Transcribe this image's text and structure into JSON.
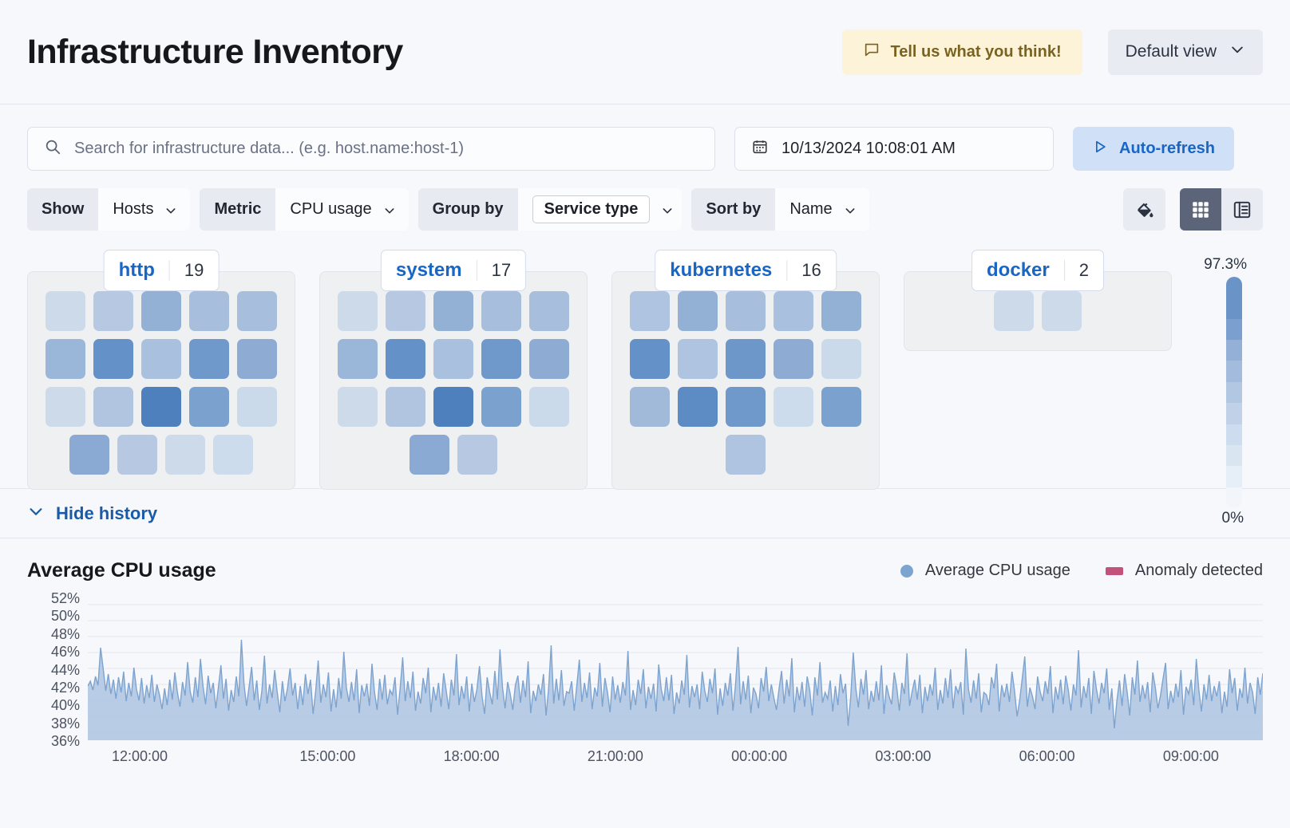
{
  "header": {
    "title": "Infrastructure Inventory",
    "feedback_label": "Tell us what you think!",
    "feedback_icon": "comment-icon",
    "view_label": "Default view",
    "view_chevron_icon": "chevron-down-icon",
    "feedback_bg": "#fdf3d8",
    "feedback_fg": "#7a6220"
  },
  "search": {
    "placeholder": "Search for infrastructure data... (e.g. host.name:host-1)",
    "value": "",
    "icon": "search-icon"
  },
  "datepicker": {
    "value": "10/13/2024 10:08:01 AM",
    "icon": "calendar-icon"
  },
  "autorefresh": {
    "label": "Auto-refresh",
    "icon": "play-icon",
    "color": "#1a66c4",
    "bg": "#cfe0f7"
  },
  "filters": [
    {
      "label": "Show",
      "value": "Hosts",
      "boxed": false
    },
    {
      "label": "Metric",
      "value": "CPU usage",
      "boxed": false
    },
    {
      "label": "Group by",
      "value": "Service type",
      "boxed": true
    },
    {
      "label": "Sort by",
      "value": "Name",
      "boxed": false
    }
  ],
  "toolbar": {
    "palette_icon": "color-fill-icon",
    "grid_view_icon": "grid-view-icon",
    "table_view_icon": "table-view-icon",
    "active_view": "grid"
  },
  "legend_scale": {
    "max_label": "97.3%",
    "min_label": "0%",
    "colors": [
      "#6a93c8",
      "#6a93c8",
      "#7ba0d0",
      "#94b0d6",
      "#a3bcdd",
      "#b2c7e2",
      "#c0d1e8",
      "#cddcee",
      "#dae5f2",
      "#e6eef7",
      "#f2f6fb"
    ]
  },
  "groups": [
    {
      "name": "http",
      "count": "19",
      "columns": 5,
      "cells": [
        "#ccdaea",
        "#b6c8e2",
        "#93b0d5",
        "#a7bedd",
        "#a7bedd",
        "#9ab6d8",
        "#6491c7",
        "#a9c0de",
        "#7099cb",
        "#8dabd3",
        "#ccdaea",
        "#b2c5e0",
        "#4d80bd",
        "#7ba2ce",
        "#cadaea",
        "#8aaad3",
        "#b6c8e2",
        "#ccdaea",
        "#cddcec"
      ]
    },
    {
      "name": "system",
      "count": "17",
      "columns": 5,
      "cells": [
        "#ccdaea",
        "#b6c8e2",
        "#93b0d5",
        "#a7bedd",
        "#a7bedd",
        "#9ab6d8",
        "#6491c7",
        "#a9c0de",
        "#7099cb",
        "#8dabd3",
        "#ccdaea",
        "#b2c5e0",
        "#4d80bd",
        "#7ba2ce",
        "#cadaea",
        "#8aaad3",
        "#b6c8e2"
      ]
    },
    {
      "name": "kubernetes",
      "count": "16",
      "columns": 5,
      "cells": [
        "#aec4e0",
        "#93b0d5",
        "#a7bedd",
        "#a9c0de",
        "#93b0d5",
        "#6491c7",
        "#aec4e0",
        "#6e97c9",
        "#8dabd3",
        "#cadaea",
        "#a2bada",
        "#5d8cc4",
        "#7099cb",
        "#cddcec",
        "#7ba2ce",
        "#aec4e0"
      ]
    },
    {
      "name": "docker",
      "count": "2",
      "columns": 5,
      "cells": [
        "#ccdaea",
        "#ccdaea"
      ]
    }
  ],
  "history": {
    "toggle_label": "Hide history",
    "toggle_icon": "chevron-down-icon"
  },
  "chart_data": {
    "type": "area",
    "title": "Average CPU usage",
    "xlabel": "",
    "ylabel": "",
    "ylim": [
      35,
      53
    ],
    "ytick_labels": [
      "52%",
      "50%",
      "48%",
      "46%",
      "44%",
      "42%",
      "40%",
      "38%",
      "36%"
    ],
    "ytick_values": [
      52,
      50,
      48,
      46,
      44,
      42,
      40,
      38,
      36
    ],
    "xtick_labels": [
      "12:00:00",
      "15:00:00",
      "18:00:00",
      "21:00:00",
      "00:00:00",
      "03:00:00",
      "06:00:00",
      "09:00:00"
    ],
    "grid": true,
    "legend_position": "top-right",
    "legend": [
      {
        "name": "Average CPU usage",
        "marker": "dot",
        "color": "#7da3cf"
      },
      {
        "name": "Anomaly detected",
        "marker": "bar",
        "color": "#c4517a"
      }
    ],
    "series": [
      {
        "name": "Average CPU usage",
        "color": "#7da3cf",
        "fill": "#aec4e0",
        "values": [
          41.8,
          42.4,
          41.3,
          43.0,
          41.9,
          46.6,
          44.0,
          41.2,
          43.3,
          40.8,
          42.6,
          40.2,
          42.9,
          41.0,
          43.6,
          39.9,
          42.2,
          40.5,
          44.1,
          41.4,
          40.0,
          42.8,
          39.6,
          41.9,
          40.3,
          43.2,
          39.8,
          42.0,
          40.7,
          38.9,
          41.5,
          39.4,
          42.6,
          40.1,
          43.5,
          41.0,
          39.2,
          42.3,
          40.6,
          44.8,
          41.1,
          39.7,
          42.9,
          40.4,
          45.2,
          41.8,
          39.5,
          43.1,
          40.9,
          42.2,
          39.0,
          41.6,
          44.4,
          40.2,
          42.7,
          38.7,
          41.3,
          39.8,
          43.0,
          40.5,
          47.6,
          42.1,
          39.3,
          41.7,
          44.2,
          40.0,
          42.5,
          38.8,
          41.2,
          45.6,
          39.6,
          42.0,
          40.3,
          43.8,
          41.0,
          38.5,
          42.4,
          39.9,
          41.5,
          44.0,
          40.6,
          42.2,
          38.9,
          41.8,
          39.4,
          43.3,
          40.8,
          42.6,
          38.3,
          41.1,
          45.0,
          39.7,
          42.0,
          40.4,
          43.5,
          38.6,
          41.4,
          39.1,
          42.8,
          40.2,
          46.1,
          41.6,
          39.8,
          42.3,
          40.0,
          43.9,
          38.4,
          41.9,
          40.5,
          42.1,
          39.3,
          44.6,
          41.0,
          38.8,
          42.7,
          40.1,
          43.2,
          39.5,
          41.3,
          40.7,
          42.9,
          38.2,
          41.5,
          45.4,
          39.9,
          42.4,
          40.3,
          43.6,
          38.7,
          41.1,
          39.6,
          42.8,
          40.9,
          44.1,
          38.5,
          41.7,
          40.0,
          42.2,
          39.2,
          43.4,
          41.2,
          38.9,
          42.6,
          40.6,
          45.8,
          39.4,
          41.8,
          40.2,
          43.0,
          38.6,
          42.1,
          39.8,
          41.4,
          44.3,
          40.5,
          38.3,
          42.9,
          41.0,
          39.5,
          43.7,
          40.1,
          46.4,
          41.6,
          39.0,
          42.3,
          40.8,
          38.8,
          41.9,
          43.1,
          39.7,
          42.5,
          40.4,
          44.9,
          38.4,
          41.2,
          39.9,
          42.0,
          40.7,
          43.3,
          38.1,
          41.5,
          46.9,
          39.6,
          42.7,
          40.0,
          43.8,
          39.3,
          41.1,
          40.9,
          42.4,
          38.7,
          41.8,
          45.1,
          39.8,
          42.2,
          40.3,
          43.5,
          38.9,
          41.6,
          40.5,
          44.7,
          39.2,
          42.8,
          41.0,
          38.5,
          43.0,
          40.1,
          41.9,
          39.7,
          42.3,
          40.6,
          46.2,
          38.8,
          41.3,
          39.4,
          42.6,
          40.8,
          43.9,
          39.0,
          41.7,
          40.2,
          42.1,
          38.6,
          44.5,
          41.4,
          39.9,
          42.9,
          40.0,
          43.2,
          38.3,
          41.0,
          39.6,
          42.5,
          40.7,
          45.7,
          39.1,
          41.8,
          40.4,
          42.0,
          38.9,
          43.6,
          41.2,
          39.8,
          42.7,
          40.9,
          44.0,
          38.2,
          41.5,
          39.3,
          42.2,
          40.6,
          43.4,
          38.7,
          41.9,
          46.7,
          39.5,
          42.4,
          40.1,
          43.1,
          38.4,
          41.6,
          40.8,
          39.0,
          42.8,
          41.1,
          44.2,
          39.9,
          42.0,
          40.3,
          38.8,
          41.4,
          43.7,
          39.6,
          42.6,
          40.5,
          45.3,
          38.5,
          41.7,
          40.0,
          42.3,
          39.2,
          43.0,
          41.3,
          38.1,
          42.9,
          40.6,
          44.8,
          39.7,
          41.0,
          40.2,
          42.5,
          38.6,
          41.8,
          39.4,
          43.3,
          40.9,
          42.1,
          36.8,
          40.4,
          46.0,
          41.5,
          39.1,
          42.7,
          40.7,
          43.8,
          38.9,
          41.2,
          39.8,
          42.4,
          40.0,
          44.4,
          38.3,
          41.9,
          40.5,
          39.5,
          43.5,
          41.6,
          38.7,
          42.2,
          40.8,
          45.9,
          39.3,
          41.1,
          42.6,
          40.1,
          43.2,
          38.4,
          41.7,
          39.9,
          42.0,
          40.6,
          44.1,
          38.8,
          41.3,
          39.6,
          42.8,
          40.3,
          43.9,
          39.0,
          41.8,
          40.9,
          42.3,
          38.2,
          46.5,
          41.4,
          39.7,
          42.5,
          40.2,
          43.4,
          38.5,
          41.0,
          40.7,
          39.4,
          42.9,
          41.5,
          44.6,
          38.6,
          41.9,
          40.4,
          42.1,
          39.8,
          43.6,
          41.2,
          38.0,
          40.0,
          42.7,
          45.5,
          39.2,
          41.6,
          40.5,
          38.9,
          43.0,
          41.1,
          39.9,
          42.4,
          40.8,
          44.3,
          38.4,
          41.7,
          40.1,
          42.6,
          39.5,
          43.1,
          41.3,
          38.7,
          42.0,
          40.6,
          46.3,
          39.1,
          41.8,
          40.3,
          42.8,
          38.3,
          43.7,
          41.4,
          39.6,
          42.2,
          40.9,
          44.0,
          38.8,
          41.5,
          36.5,
          40.0,
          42.5,
          39.3,
          43.3,
          41.0,
          38.1,
          42.9,
          40.7,
          45.0,
          39.8,
          41.9,
          40.2,
          42.3,
          38.5,
          43.5,
          41.6,
          39.0,
          40.6,
          42.7,
          44.7,
          38.9,
          41.2,
          39.7,
          42.1,
          40.4,
          43.8,
          38.2,
          41.7,
          40.8,
          42.6,
          39.4,
          45.2,
          41.3,
          38.6,
          42.0,
          40.1,
          43.2,
          39.9,
          41.8,
          40.5,
          42.4,
          38.4,
          41.1,
          39.2,
          43.9,
          40.9,
          42.8,
          38.7,
          41.5,
          40.3,
          44.1,
          39.6,
          42.2,
          41.0,
          38.3,
          42.9,
          40.7,
          43.4
        ]
      }
    ],
    "anomalies": []
  }
}
